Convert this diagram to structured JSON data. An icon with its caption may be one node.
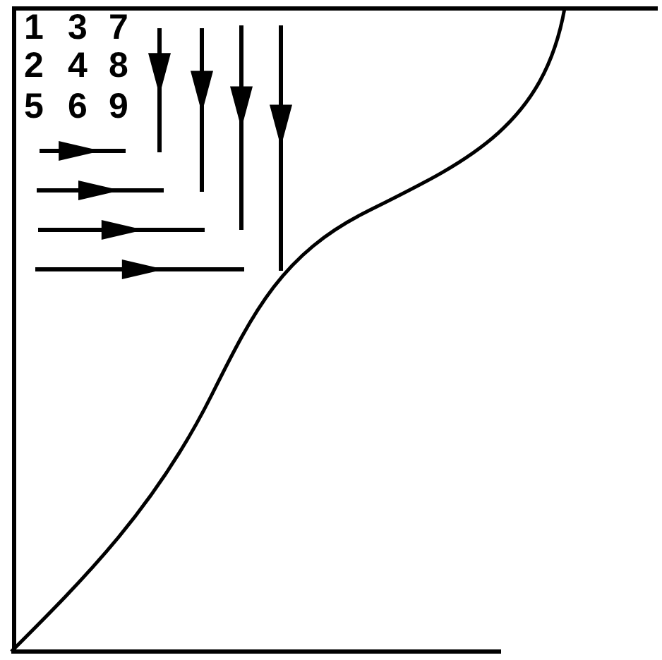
{
  "diagram": {
    "labels": [
      "1",
      "3",
      "7",
      "2",
      "4",
      "8",
      "5",
      "6",
      "9"
    ]
  }
}
